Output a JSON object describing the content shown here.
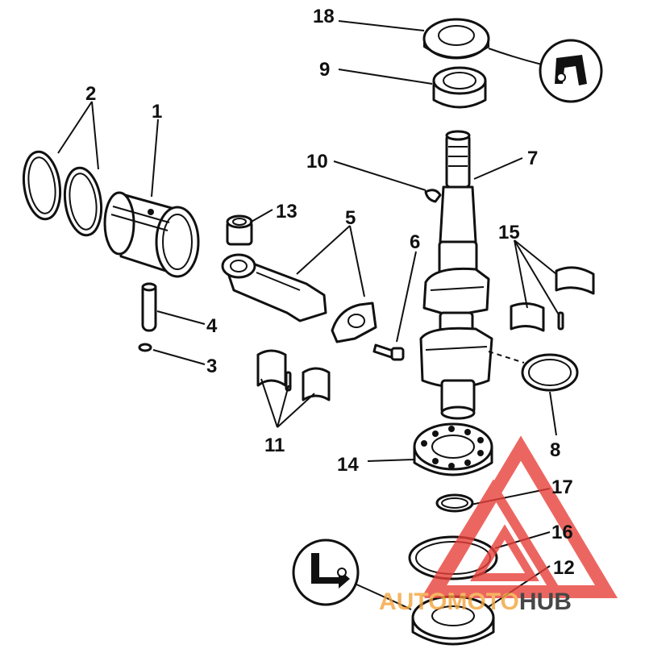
{
  "labels": {
    "n1": "1",
    "n2": "2",
    "n3": "3",
    "n4": "4",
    "n5": "5",
    "n6": "6",
    "n7": "7",
    "n8": "8",
    "n9": "9",
    "n10": "10",
    "n11": "11",
    "n12": "12",
    "n13": "13",
    "n14": "14",
    "n15": "15",
    "n16": "16",
    "n17": "17",
    "n18": "18"
  },
  "watermark": {
    "part1": "AUTO",
    "part2": "MOTO",
    "part3": "HUB",
    "color_red": "#e8403a",
    "color_orange": "#f3a33a",
    "color_dark": "#1a1a1a"
  }
}
